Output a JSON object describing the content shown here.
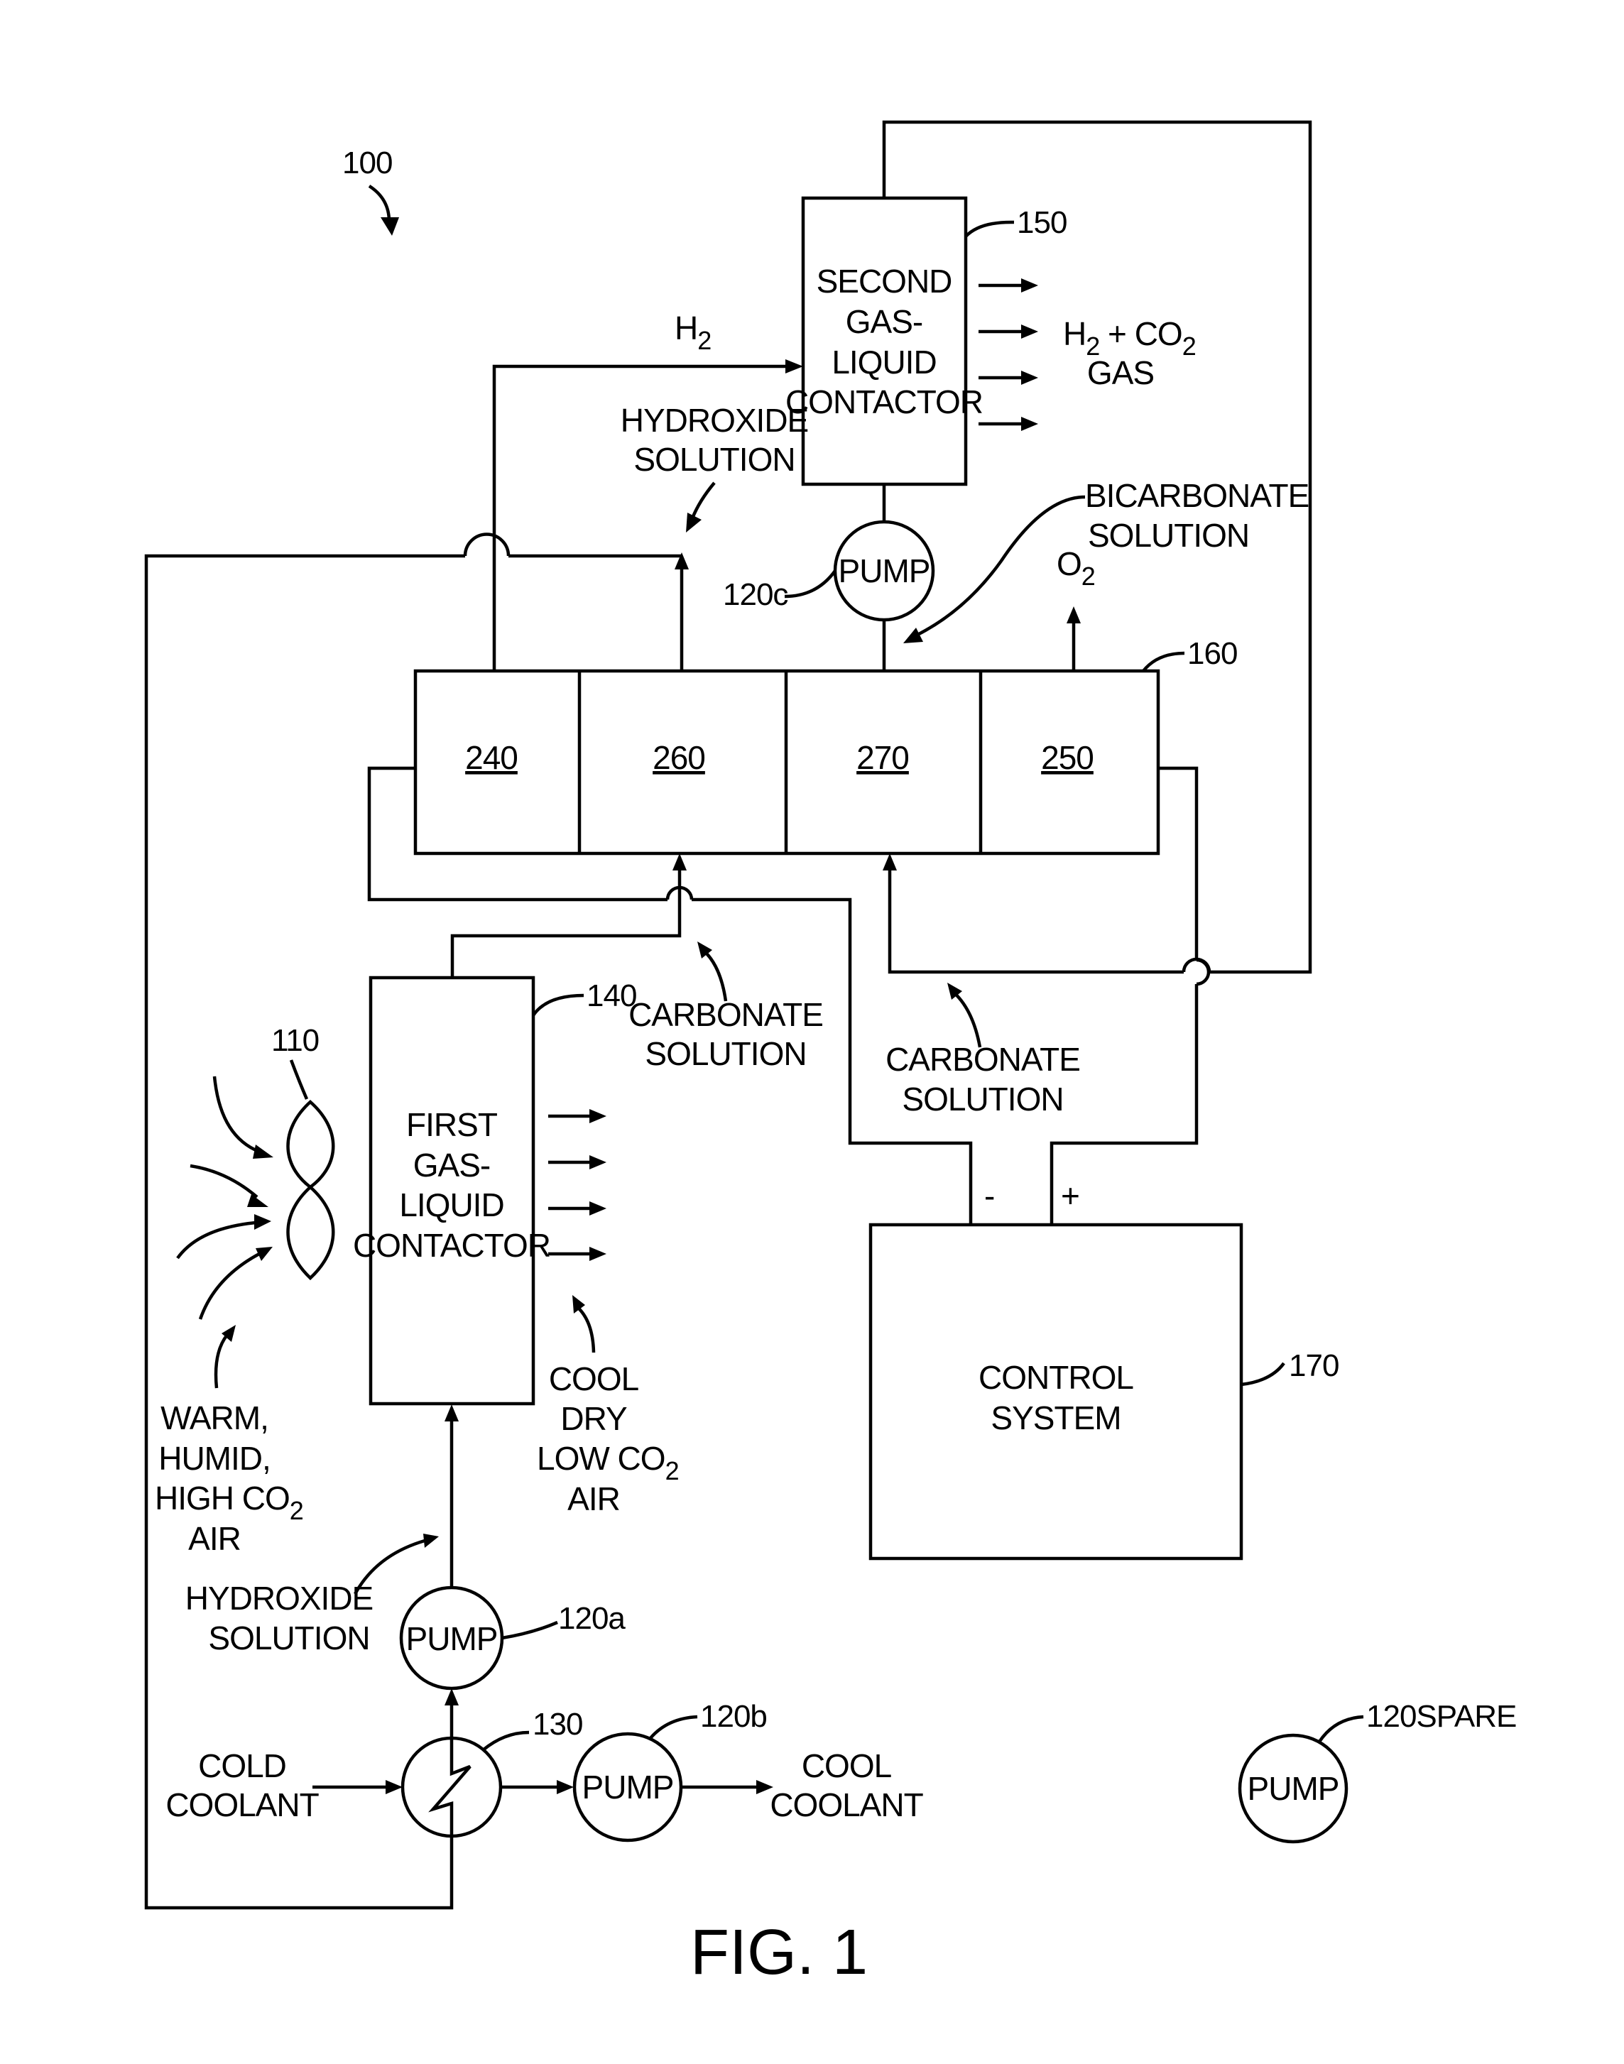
{
  "figure": {
    "ref_system": "100",
    "caption": "FIG. 1"
  },
  "components": {
    "fan": {
      "ref": "110"
    },
    "first_contactor": {
      "ref": "140",
      "lines": [
        "FIRST",
        "GAS-",
        "LIQUID",
        "CONTACTOR"
      ]
    },
    "second_contactor": {
      "ref": "150",
      "lines": [
        "SECOND",
        "GAS-",
        "LIQUID",
        "CONTACTOR"
      ]
    },
    "electrochemical_cell": {
      "ref": "160",
      "compartments": [
        "240",
        "260",
        "270",
        "250"
      ]
    },
    "control_system": {
      "ref": "170",
      "lines": [
        "CONTROL",
        "SYSTEM"
      ]
    },
    "heat_exchanger": {
      "ref": "130"
    },
    "pump_a": {
      "label": "PUMP",
      "ref": "120a"
    },
    "pump_b": {
      "label": "PUMP",
      "ref": "120b"
    },
    "pump_c": {
      "label": "PUMP",
      "ref": "120c"
    },
    "pump_spare": {
      "label": "PUMP",
      "ref": "120SPARE"
    }
  },
  "labels": {
    "h2": "H",
    "h2_sub": "2",
    "h2_co2_gas": {
      "l1a": "H",
      "l1b": "2",
      "l1c": " + CO",
      "l1d": "2",
      "l2": "GAS"
    },
    "hydroxide_top": [
      "HYDROXIDE",
      "SOLUTION"
    ],
    "bicarbonate": [
      "BICARBONATE",
      "SOLUTION"
    ],
    "o2": "O",
    "o2_sub": "2",
    "carbonate_left": [
      "CARBONATE",
      "SOLUTION"
    ],
    "carbonate_right": [
      "CARBONATE",
      "SOLUTION"
    ],
    "minus": "-",
    "plus": "+",
    "air_in": {
      "l1": "WARM,",
      "l2": "HUMID,",
      "l3a": "HIGH CO",
      "l3b": "2",
      "l4": "AIR"
    },
    "air_out": {
      "l1": "COOL",
      "l2": "DRY",
      "l3a": "LOW CO",
      "l3b": "2",
      "l4": "AIR"
    },
    "hydroxide_bottom": [
      "HYDROXIDE",
      "SOLUTION"
    ],
    "cold_coolant": [
      "COLD",
      "COOLANT"
    ],
    "cool_coolant": [
      "COOL",
      "COOLANT"
    ]
  }
}
